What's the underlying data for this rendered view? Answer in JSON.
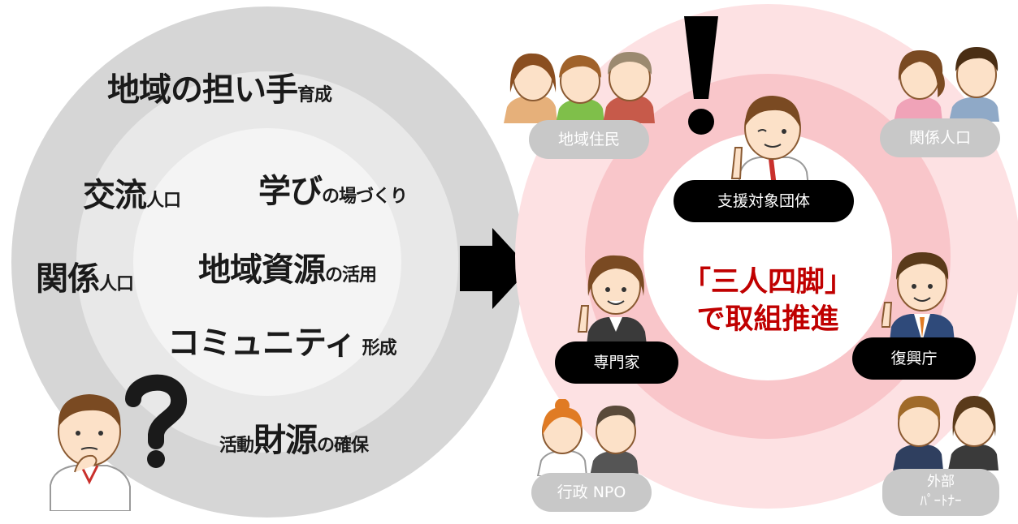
{
  "left": {
    "keywords": [
      {
        "big": "地域の担い手",
        "small": "育成"
      },
      {
        "big": "交流",
        "small": "人口"
      },
      {
        "big": "学び",
        "small": "の場づくり"
      },
      {
        "big": "関係",
        "small": "人口"
      },
      {
        "big": "地域資源",
        "small": "の活用"
      },
      {
        "big": "コミュニティ",
        "small": "形成"
      },
      {
        "pre": "活動",
        "big": "財源",
        "small": "の確保"
      }
    ]
  },
  "right": {
    "center_line1": "「三人四脚」",
    "center_line2": "で取組推進",
    "core_roles": [
      "支援対象団体",
      "専門家",
      "復興庁"
    ],
    "outer_groups": [
      "地域住民",
      "関係人口",
      "行政 NPO",
      "外部",
      "ﾊﾟｰﾄﾅｰ"
    ]
  },
  "icons": {
    "question": "question-mark-icon",
    "exclamation": "exclamation-mark-icon",
    "arrow": "right-arrow-icon"
  },
  "colors": {
    "accent_red": "#c00000",
    "ring_pink_outer": "#fde1e3",
    "ring_pink_mid": "#f9c6ca",
    "ring_gray_outer": "#d6d6d6",
    "ring_gray_mid": "#e8e8e8"
  }
}
